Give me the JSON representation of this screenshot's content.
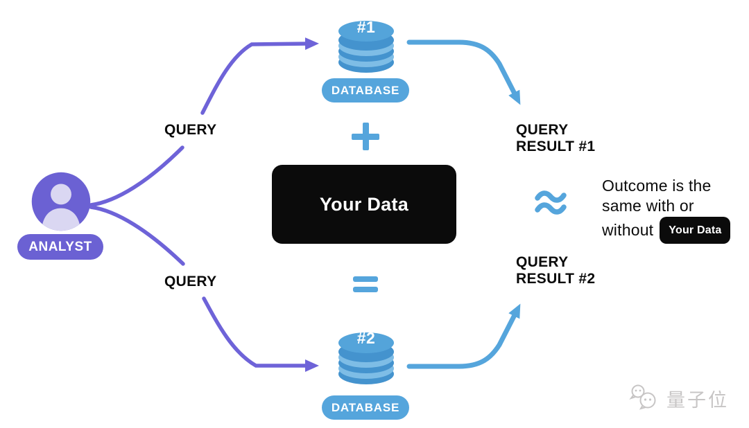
{
  "palette": {
    "purple": "#6B61D3",
    "purple_arrow": "#6E63D8",
    "lavender": "#DAD7F2",
    "blue": "#55A5DC",
    "db_dark": "#4493CE",
    "db_light": "#7EBDE6",
    "db_face": "#54A4DA",
    "ink": "#0b0b0b",
    "watermark": "#C7C5C5"
  },
  "analyst": {
    "badge": "ANALYST"
  },
  "arrows": {
    "query_top_label": "QUERY",
    "query_bottom_label": "QUERY"
  },
  "databases": {
    "top": {
      "number": "#1",
      "badge": "DATABASE"
    },
    "bottom": {
      "number": "#2",
      "badge": "DATABASE"
    }
  },
  "operators": {
    "plus": "+",
    "equals": "=",
    "approx": "≈"
  },
  "center_box": {
    "label": "Your Data"
  },
  "results": {
    "top": {
      "line1": "QUERY",
      "line2": "RESULT #1"
    },
    "bottom": {
      "line1": "QUERY",
      "line2": "RESULT #2"
    }
  },
  "outcome": {
    "line1": "Outcome is the",
    "line2": "same with or",
    "line3": "without",
    "badge": "Your Data"
  },
  "watermark": {
    "brand": "量子位"
  }
}
